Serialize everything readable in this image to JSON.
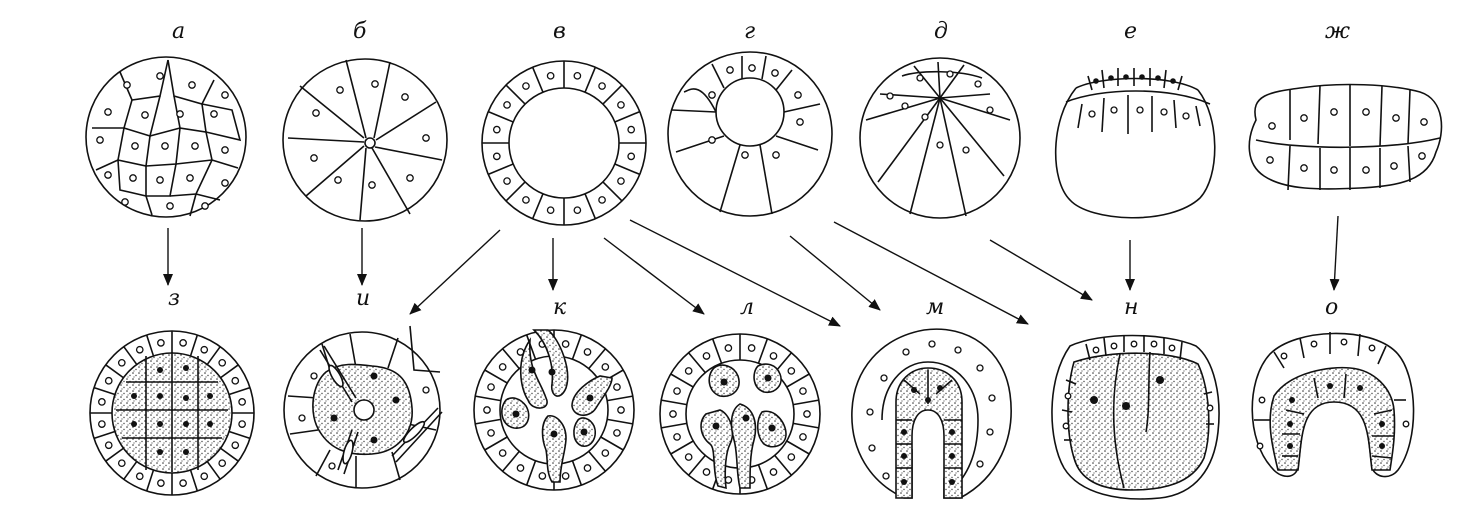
{
  "labels": {
    "a": "а",
    "b": "б",
    "v": "в",
    "g": "г",
    "d": "д",
    "e": "е",
    "zh": "ж",
    "z": "з",
    "i": "и",
    "k": "к",
    "l": "л",
    "m": "м",
    "n": "н",
    "o": "о"
  }
}
